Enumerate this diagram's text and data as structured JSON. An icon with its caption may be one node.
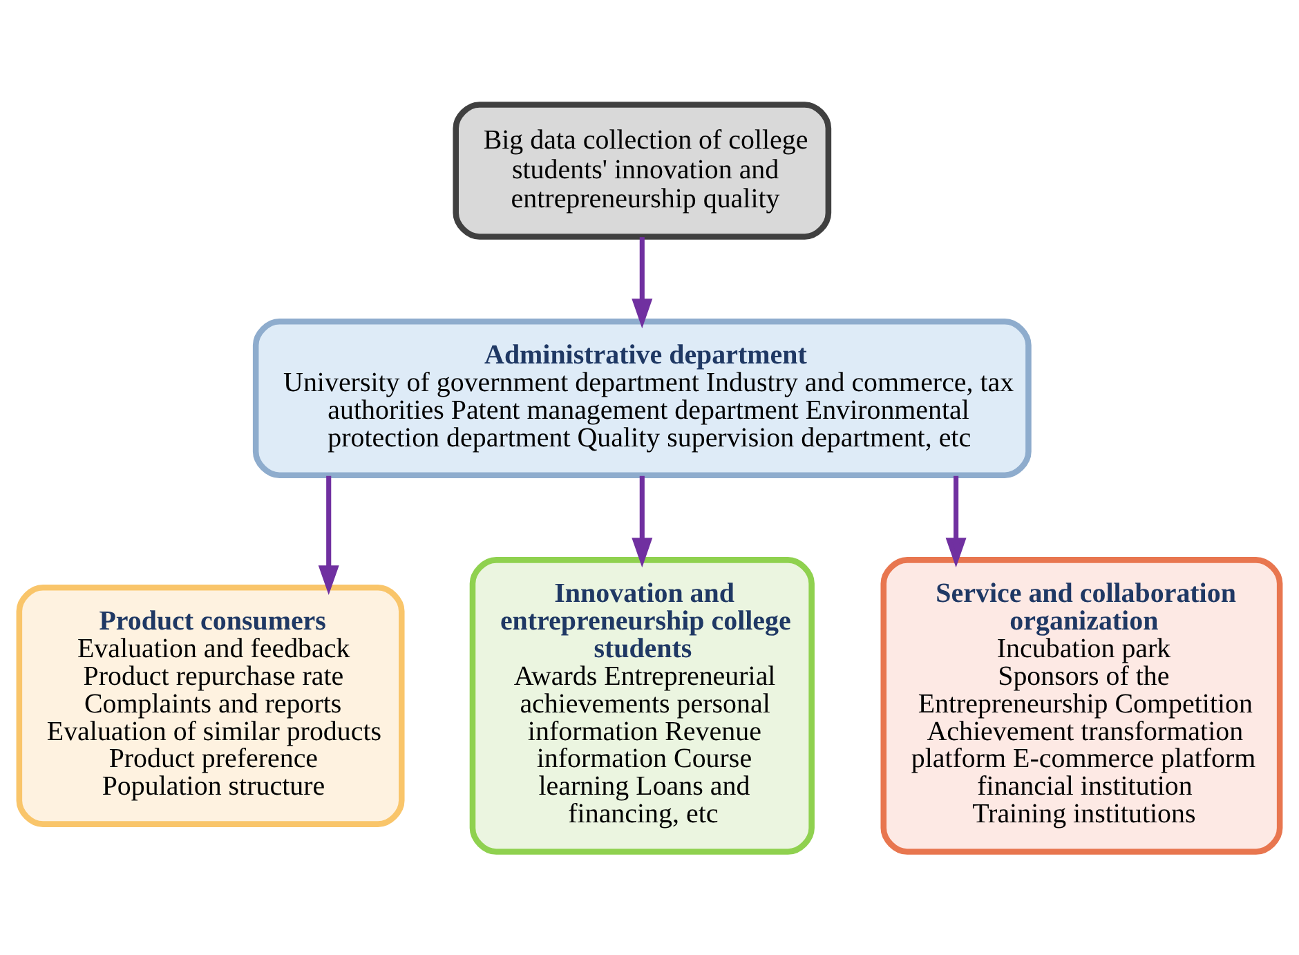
{
  "diagram": {
    "nodes": [
      {
        "text": [
          "Big data collection of college students' innovation and entrepreneurship quality"
        ]
      },
      {
        "text": [
          "Administrative department",
          "University of government department Industry and commerce, tax authorities Patent management department Environmental protection department Quality supervision department, etc"
        ]
      },
      {
        "text": [
          "Product consumers",
          "Evaluation and feedback",
          "Product repurchase rate",
          "Complaints and reports",
          "Evaluation of similar products",
          "Product preference",
          "Population structure"
        ]
      },
      {
        "text": [
          "Innovation and entrepreneurship college students",
          "Awards Entrepreneurial achievements personal information Revenue information Course learning Loans and financing, etc"
        ]
      },
      {
        "text": [
          "Service and collaboration organization",
          "Incubation park",
          "Sponsors of the Entrepreneurship Competition Achievement transformation platform E-commerce platform financial institution Training institutions"
        ]
      }
    ],
    "edges": [
      {
        "from": 0,
        "to": 1,
        "arrow": "to",
        "color": "#7030a0"
      },
      {
        "from": 1,
        "to": 2,
        "arrow": "to",
        "color": "#7030a0"
      },
      {
        "from": 1,
        "to": 3,
        "arrow": "to",
        "color": "#7030a0"
      },
      {
        "from": 1,
        "to": 4,
        "arrow": "to",
        "color": "#7030a0"
      }
    ]
  }
}
